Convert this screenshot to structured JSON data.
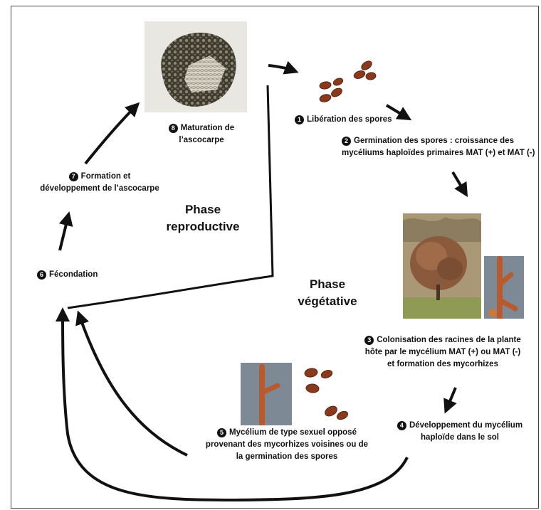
{
  "steps": {
    "s1": {
      "num": "1",
      "text": "Libération des spores"
    },
    "s2": {
      "num": "2",
      "line1": "Germination des spores : croissance des",
      "line2": "mycéliums haploïdes primaires MAT (+) et MAT (-)"
    },
    "s3": {
      "num": "3",
      "line1": "Colonisation des racines de la plante",
      "line2": "hôte par le mycélium MAT (+) ou MAT (-)",
      "line3": "et formation des mycorhizes"
    },
    "s4": {
      "num": "4",
      "line1": "Développement du mycélium",
      "line2": "haploïde dans le sol"
    },
    "s5": {
      "num": "5",
      "line1": "Mycélium de type sexuel opposé",
      "line2": "provenant des mycorhizes voisines ou de",
      "line3": "la germination des spores"
    },
    "s6": {
      "num": "6",
      "text": "Fécondation"
    },
    "s7": {
      "num": "7",
      "line1": "Formation et",
      "line2": "développement de l’ascocarpe"
    },
    "s8": {
      "num": "8",
      "line1": "Maturation de",
      "line2": "l’ascocarpe"
    }
  },
  "phases": {
    "reproductive": {
      "line1": "Phase",
      "line2": "reproductive"
    },
    "vegetative": {
      "line1": "Phase",
      "line2": "végétative"
    }
  },
  "colors": {
    "arrow": "#111111",
    "spore": "#8a3a1c",
    "mycelium": "#b85a2e",
    "truffle": "#4a4538",
    "sky": "#b9a98f",
    "grass": "#8f9b55"
  }
}
